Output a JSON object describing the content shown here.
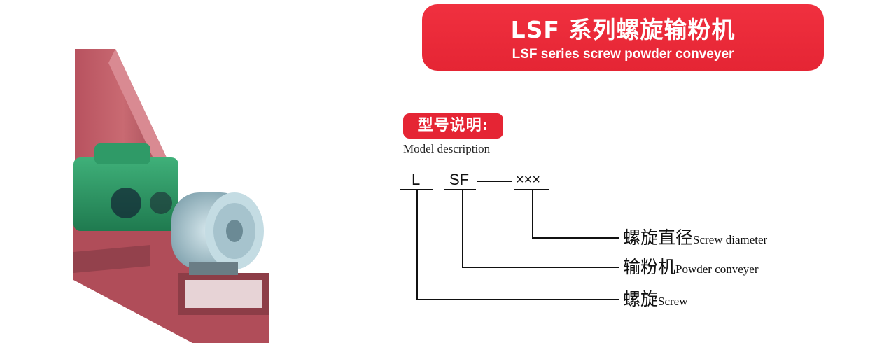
{
  "banner": {
    "title_zh": "LSF 系列螺旋输粉机",
    "title_en": "LSF series screw powder conveyer"
  },
  "model": {
    "badge": "型号说明:",
    "subtitle": "Model description",
    "codes": [
      "L",
      "SF",
      "×××"
    ],
    "labels": [
      {
        "zh": "螺旋直径",
        "en": "Screw diameter"
      },
      {
        "zh": "输粉机",
        "en": "Powder conveyer"
      },
      {
        "zh": "螺旋",
        "en": "Screw"
      }
    ]
  },
  "colors": {
    "accent": "#e52534",
    "motor": "#9fbcc6",
    "gearbox": "#2f9a67",
    "frame": "#a0525d"
  }
}
